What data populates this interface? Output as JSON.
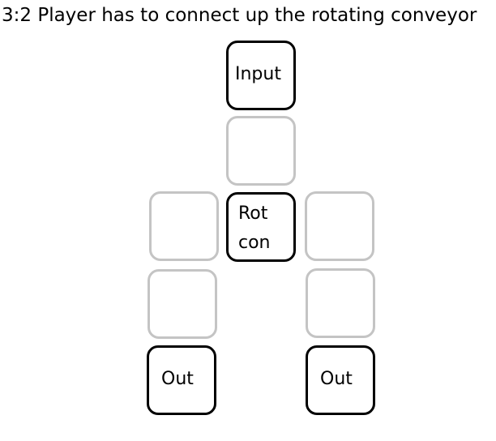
{
  "title": "3:2 Player has to connect up the rotating conveyor",
  "tiles": {
    "input": "Input",
    "rotating_line1": "Rot",
    "rotating_line2": "con",
    "output_left": "Out",
    "output_right": "Out"
  },
  "colors": {
    "placed_border": "#000000",
    "empty_slot_border": "#c4c4c4",
    "background": "#ffffff"
  }
}
